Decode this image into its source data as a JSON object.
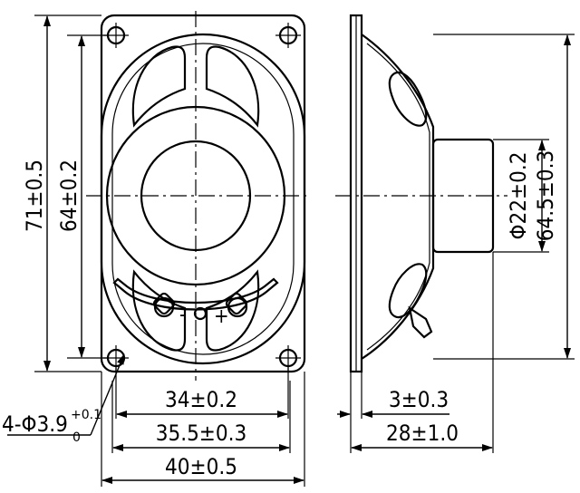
{
  "front_view": {
    "height_outer": "71±0.5",
    "height_mount": "64±0.2",
    "hole_note_prefix": "4-Φ3.9",
    "hole_note_upper": "+0.1",
    "hole_note_lower": "0",
    "width_mount": "34±0.2",
    "width_inner": "35.5±0.3",
    "width_outer": "40±0.5",
    "terminal_neg": "-",
    "terminal_pos": "+"
  },
  "side_view": {
    "magnet_dia": "Φ22±0.2",
    "cone_height": "64.5±0.3",
    "flange_thickness": "3±0.3",
    "depth": "28±1.0"
  }
}
